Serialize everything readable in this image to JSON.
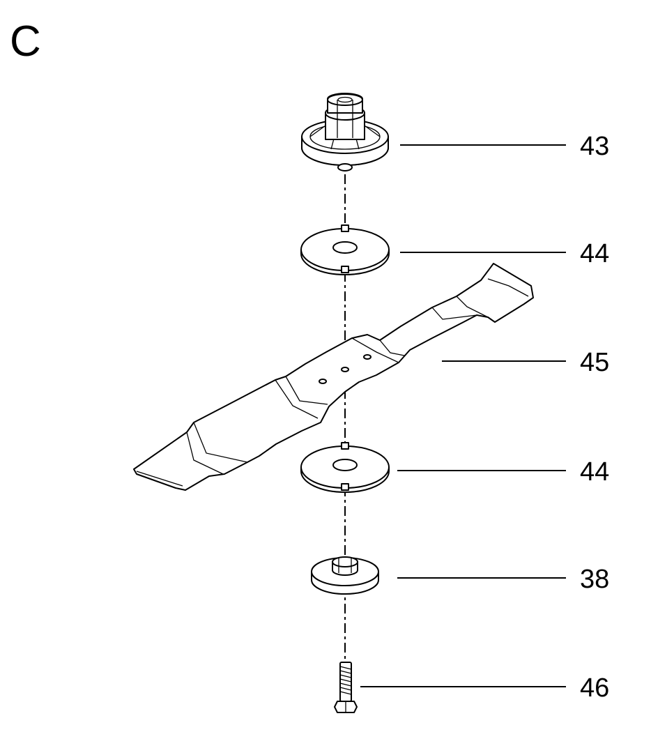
{
  "diagram": {
    "section_label": "C",
    "parts": [
      {
        "id": "p43",
        "number": "43"
      },
      {
        "id": "p44a",
        "number": "44"
      },
      {
        "id": "p45",
        "number": "45"
      },
      {
        "id": "p44b",
        "number": "44"
      },
      {
        "id": "p38",
        "number": "38"
      },
      {
        "id": "p46",
        "number": "46"
      }
    ]
  }
}
